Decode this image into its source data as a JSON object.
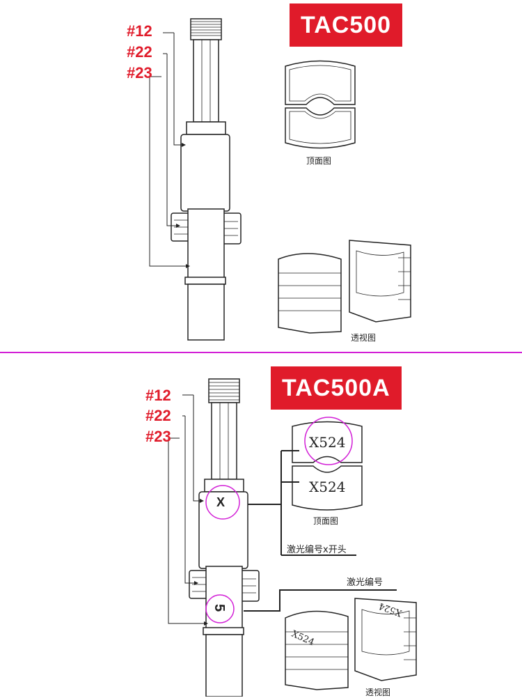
{
  "top": {
    "model": "TAC500",
    "part_codes": [
      "#12",
      "#22",
      "#23"
    ],
    "top_view_caption": "顶面图",
    "perspective_caption": "透视图"
  },
  "bottom": {
    "model": "TAC500A",
    "part_codes": [
      "#12",
      "#22",
      "#23"
    ],
    "die_mark": "X524",
    "top_view_caption": "顶面图",
    "perspective_caption": "透视图",
    "shaft_mark_x": "X",
    "shaft_mark_5": "5",
    "note_laser_x": "激光编号x开头",
    "note_laser": "激光编号"
  },
  "colors": {
    "accent_red": "#e01b2a",
    "highlight_magenta": "#d21fd6",
    "line": "#222222"
  }
}
